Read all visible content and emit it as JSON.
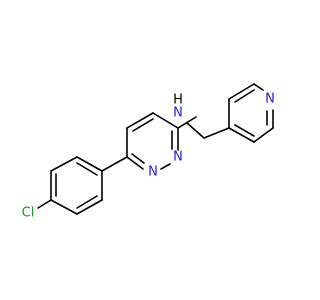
{
  "molecule": {
    "colors": {
      "bond": "#000000",
      "nitrogen": "#1f1fe0",
      "chlorine": "#1a9a1a",
      "hydrogen": "#000000"
    },
    "labels": {
      "chlorine": "Cl",
      "pyridazine_n1": "N",
      "pyridazine_n2": "N",
      "amine_n": "N",
      "amine_h": "H",
      "pyridine_n": "N"
    }
  }
}
